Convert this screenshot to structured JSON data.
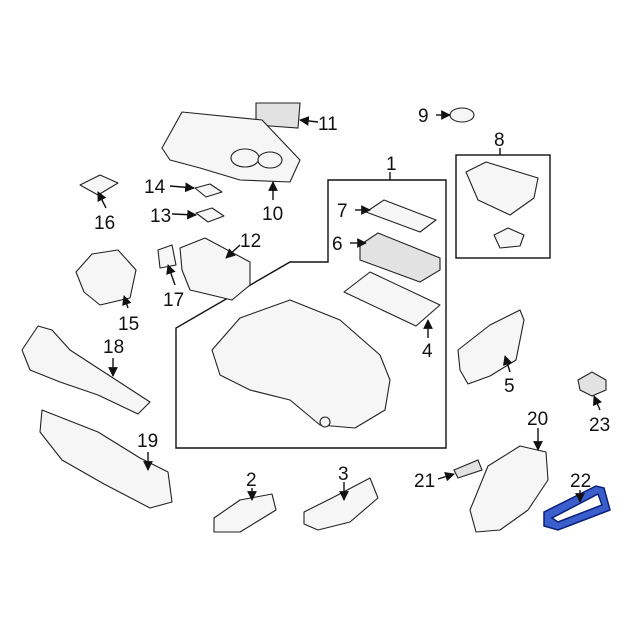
{
  "diagram": {
    "highlight_color": "#3a5fcd",
    "callouts": [
      "1",
      "2",
      "3",
      "4",
      "5",
      "6",
      "7",
      "8",
      "9",
      "10",
      "11",
      "12",
      "13",
      "14",
      "15",
      "16",
      "17",
      "18",
      "19",
      "20",
      "21",
      "22",
      "23"
    ]
  }
}
